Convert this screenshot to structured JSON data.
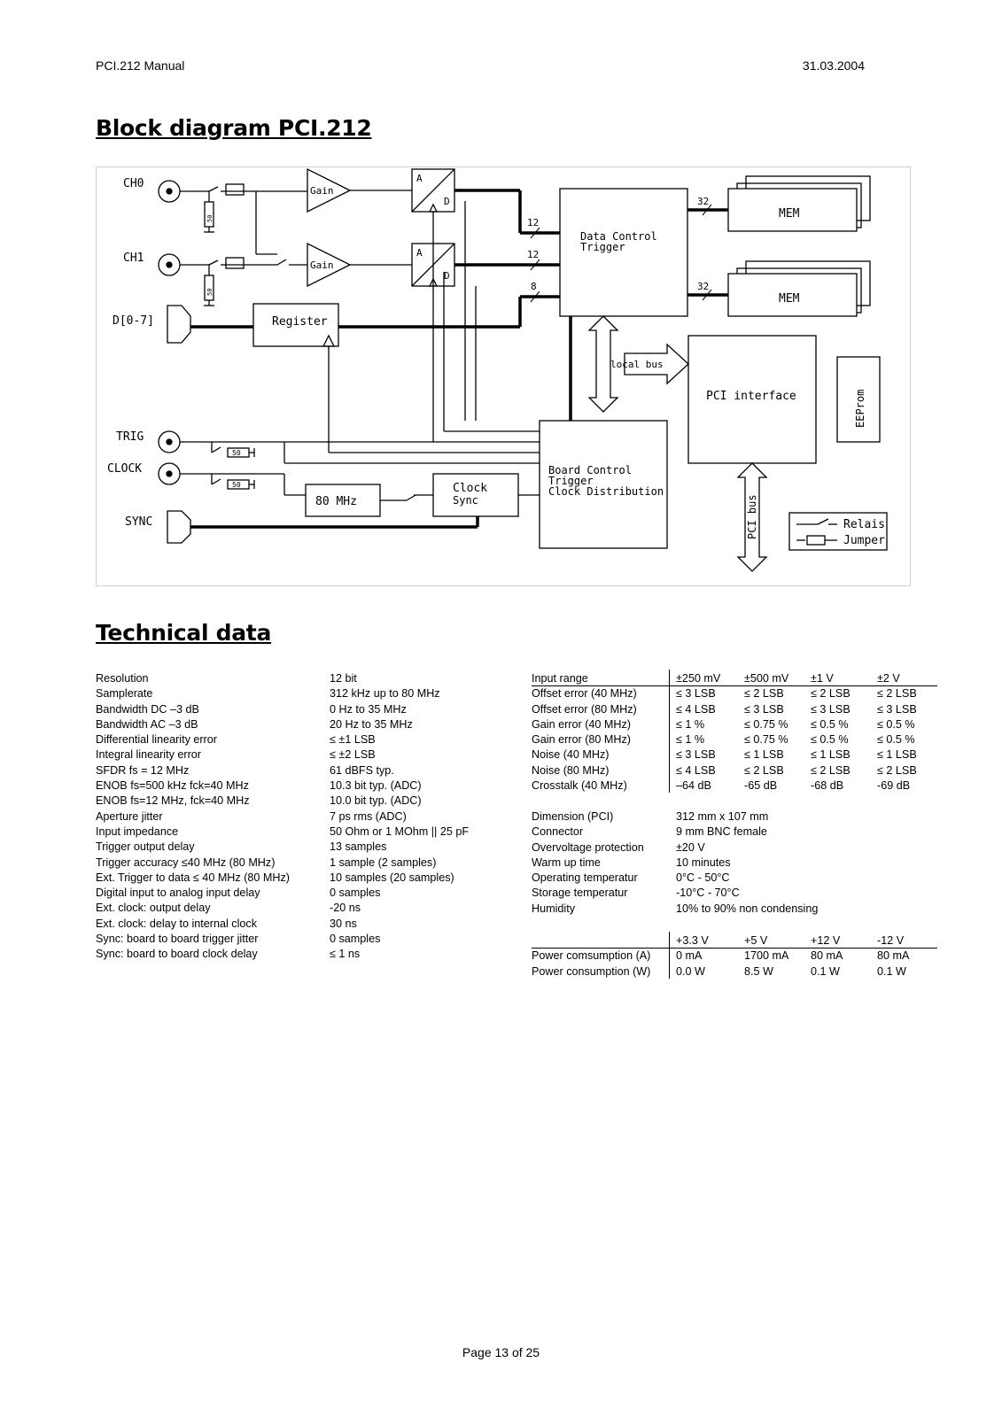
{
  "header": {
    "left": "PCI.212 Manual",
    "right": "31.03.2004"
  },
  "sections": {
    "block_diagram_title": "Block diagram PCI.212",
    "technical_title": "Technical data"
  },
  "diagram": {
    "inputs": {
      "ch0": "CH0",
      "ch1": "CH1",
      "d07": "D[0-7]",
      "trig": "TRIG",
      "clock": "CLOCK",
      "sync": "SYNC"
    },
    "blocks": {
      "gain": "Gain",
      "adc_a": "A",
      "adc_d": "D",
      "data_control_1": "Data Control",
      "data_control_2": "Trigger",
      "mem": "MEM",
      "register": "Register",
      "local_bus": "local bus",
      "pci_interface": "PCI interface",
      "eeprom": "EEProm",
      "board_control_1": "Board Control",
      "board_control_2": "Trigger",
      "board_control_3": "Clock Distribution",
      "osc": "80 MHz",
      "clock_sync_1": "Clock",
      "clock_sync_2": "Sync",
      "pci_bus": "PCI bus",
      "relais": "Relais",
      "jumper": "Jumper",
      "res50": "50",
      "bus12": "12",
      "bus8": "8",
      "bus32": "32"
    }
  },
  "specs_left": [
    [
      "Resolution",
      "12 bit"
    ],
    [
      "Samplerate",
      "312 kHz up to 80 MHz"
    ],
    [
      "Bandwidth DC –3 dB",
      "0 Hz to 35 MHz"
    ],
    [
      "Bandwidth AC –3 dB",
      "20 Hz to 35 MHz"
    ],
    [
      "Differential linearity error",
      "≤ ±1 LSB"
    ],
    [
      "Integral linearity error",
      "≤ ±2 LSB"
    ],
    [
      "SFDR fs = 12 MHz",
      "61 dBFS typ."
    ],
    [
      "ENOB fs=500 kHz fck=40 MHz",
      "10.3 bit typ. (ADC)"
    ],
    [
      "ENOB fs=12 MHz, fck=40 MHz",
      "10.0 bit typ. (ADC)"
    ],
    [
      "Aperture jitter",
      "7 ps rms (ADC)"
    ],
    [
      "Input impedance",
      "50 Ohm or 1 MOhm || 25 pF"
    ],
    [
      "Trigger output delay",
      "13 samples"
    ],
    [
      "Trigger accuracy ≤40 MHz (80 MHz)",
      "1 sample (2 samples)"
    ],
    [
      "Ext. Trigger to data ≤ 40 MHz (80 MHz)",
      "10 samples (20 samples)"
    ],
    [
      "Digital input to analog input delay",
      "0 samples"
    ],
    [
      "Ext. clock: output delay",
      "-20 ns"
    ],
    [
      "Ext. clock: delay to internal clock",
      "30 ns"
    ],
    [
      "Sync: board to board trigger jitter",
      "0 samples"
    ],
    [
      "Sync: board to board clock delay",
      "≤ 1 ns"
    ]
  ],
  "range_table": {
    "header": [
      "Input range",
      "±250 mV",
      "±500 mV",
      "±1 V",
      "±2 V"
    ],
    "rows": [
      [
        "Offset error (40 MHz)",
        "≤ 3 LSB",
        "≤ 2 LSB",
        "≤ 2 LSB",
        "≤ 2 LSB"
      ],
      [
        "Offset error (80 MHz)",
        "≤ 4 LSB",
        "≤ 3 LSB",
        "≤ 3 LSB",
        "≤ 3 LSB"
      ],
      [
        "Gain error (40 MHz)",
        "≤ 1 %",
        "≤ 0.75 %",
        "≤ 0.5 %",
        "≤ 0.5 %"
      ],
      [
        "Gain error (80 MHz)",
        "≤ 1 %",
        "≤ 0.75 %",
        "≤ 0.5 %",
        "≤ 0.5 %"
      ],
      [
        "Noise (40 MHz)",
        "≤ 3 LSB",
        "≤ 1 LSB",
        "≤ 1 LSB",
        "≤ 1 LSB"
      ],
      [
        "Noise (80 MHz)",
        "≤ 4 LSB",
        "≤ 2 LSB",
        "≤ 2 LSB",
        "≤ 2 LSB"
      ],
      [
        "Crosstalk (40 MHz)",
        "–64 dB",
        "-65 dB",
        "-68 dB",
        "-69 dB"
      ]
    ]
  },
  "misc_table": [
    [
      "Dimension (PCI)",
      "312 mm x 107 mm"
    ],
    [
      "Connector",
      "9 mm BNC female"
    ],
    [
      "Overvoltage protection",
      "±20 V"
    ],
    [
      "Warm up time",
      "10 minutes"
    ],
    [
      "Operating temperatur",
      "0°C - 50°C"
    ],
    [
      "Storage temperatur",
      "-10°C - 70°C"
    ],
    [
      "Humidity",
      "10% to 90% non condensing"
    ]
  ],
  "power_table": {
    "header": [
      "",
      "+3.3 V",
      "+5 V",
      "+12 V",
      "-12 V"
    ],
    "rows": [
      [
        "Power comsumption (A)",
        "0 mA",
        "1700 mA",
        "80 mA",
        "80 mA"
      ],
      [
        "Power consumption (W)",
        "0.0 W",
        "8.5 W",
        "0.1 W",
        "0.1 W"
      ]
    ]
  },
  "footer": "Page 13 of 25"
}
